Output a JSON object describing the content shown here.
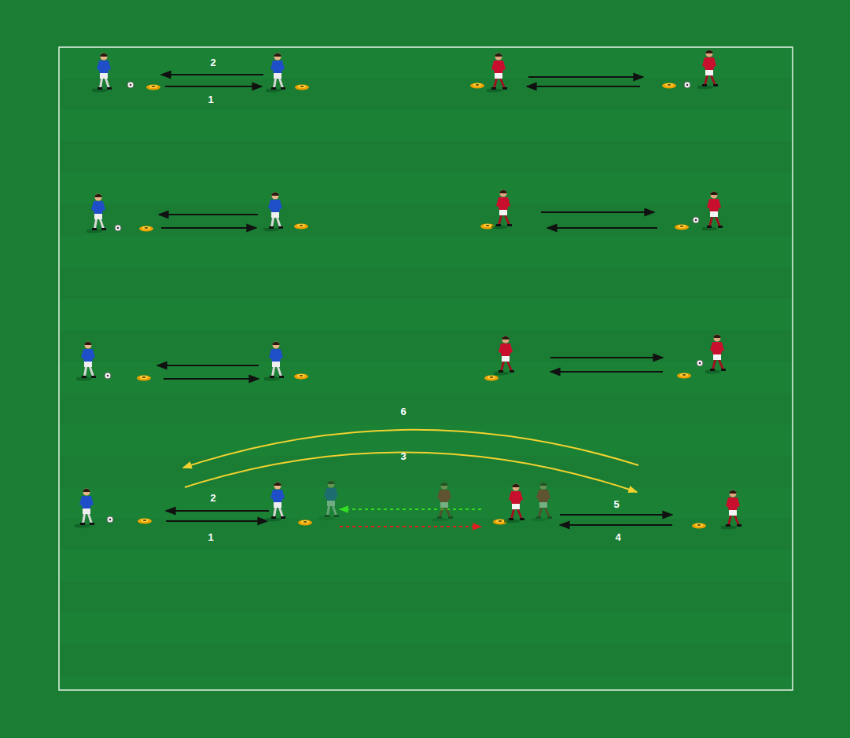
{
  "diagram": {
    "labels": [
      "2",
      "1",
      "6",
      "3",
      "2",
      "1",
      "5",
      "4"
    ]
  }
}
